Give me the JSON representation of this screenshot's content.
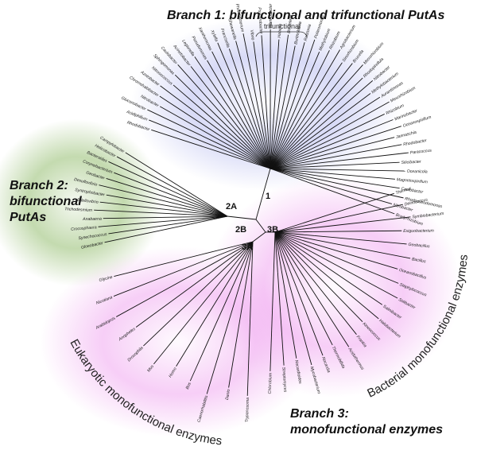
{
  "titles": {
    "branch1": "Branch 1: bifunctional and trifunctional PutAs",
    "branch2": [
      "Branch 2:",
      "bifunctional",
      "PutAs"
    ],
    "branch3": [
      "Branch 3:",
      "monofunctional enzymes"
    ],
    "trifunctional": "trifunctional",
    "bacterial": "Bacterial monofunctional enzymes",
    "eukaryotic": "Eukaryotic monofunctional enzymes"
  },
  "nodes": {
    "n1": "1",
    "n2A": "2A",
    "n2B": "2B",
    "n3A": "3A",
    "n3B": "3B"
  },
  "colors": {
    "branch1": "#b9bdf0",
    "branch2": "#9cc27a",
    "branch3": "#f0a6f0",
    "edge": "#111111"
  },
  "leaves": {
    "branch1": [
      "Rhodobacter",
      "Acidiphilium",
      "Gluconobacter",
      "Nitrobacter",
      "Chromohalobacter",
      "Azotobacter",
      "Nitrosococcus",
      "Sphingomonas",
      "Caulobacter",
      "Acinetobacter",
      "Legionella",
      "Pseudomonas",
      "Xanthomonas",
      "Xylella",
      "Francisella",
      "Shewanella",
      "Photobacterium",
      "Vibrio",
      "Psychrobacter",
      "Marinobacter",
      "Hahella",
      "Bordetella",
      "Burkholderia",
      "Ralstonia",
      "Polaromonas",
      "Methylobium",
      "Rhizobium",
      "Agrobacterium",
      "Sinorhizobium",
      "Brucella",
      "Mesorhizobium",
      "Rhodopirellula",
      "Nitrobacter",
      "Methylobacterium",
      "Aurantimonas",
      "Mesorhizobium",
      "Rhizobium",
      "Marinobacter",
      "Oceanospirillum",
      "Jannaschia",
      "Rhodobacter",
      "Paracoccus",
      "Silicibacter",
      "Oceanicola",
      "Magnetospirillum",
      "Caulobacter",
      "Rhodopseudomonas",
      "Nitrobacter",
      "Bradyrhizobium"
    ],
    "branch2": [
      "Campylobacter",
      "Helicobacter",
      "Bacteroides",
      "Corynebacterium",
      "Geobacter",
      "Desulfovibrio",
      "Syntrophobacter",
      "Bdellovibrio",
      "Trichodesmium",
      "Anabaena",
      "Crocosphaera",
      "Synechococcus",
      "Gloeobacter"
    ],
    "branch3b": [
      "Thermus",
      "Deinococcus",
      "Symbiobacterium",
      "Exiguobacterium",
      "Geobacillus",
      "Bacillus",
      "Oceanobacillus",
      "Staphylococcus",
      "Solibacter",
      "Salinibacter",
      "Halobacterium",
      "Kineococcus",
      "Frankia",
      "Acidothermus",
      "Thermobifida",
      "Nocardia",
      "Mycobacterium",
      "Nocardioides",
      "Streptomyces",
      "Chlorobium"
    ],
    "branch3a": [
      "Glycine",
      "Nicotiana",
      "Arabidopsis",
      "Anopheles",
      "Drosophila",
      "Mus",
      "Homo",
      "Bos",
      "Caenorhabditis",
      "Danio",
      "Trypanosoma"
    ]
  }
}
